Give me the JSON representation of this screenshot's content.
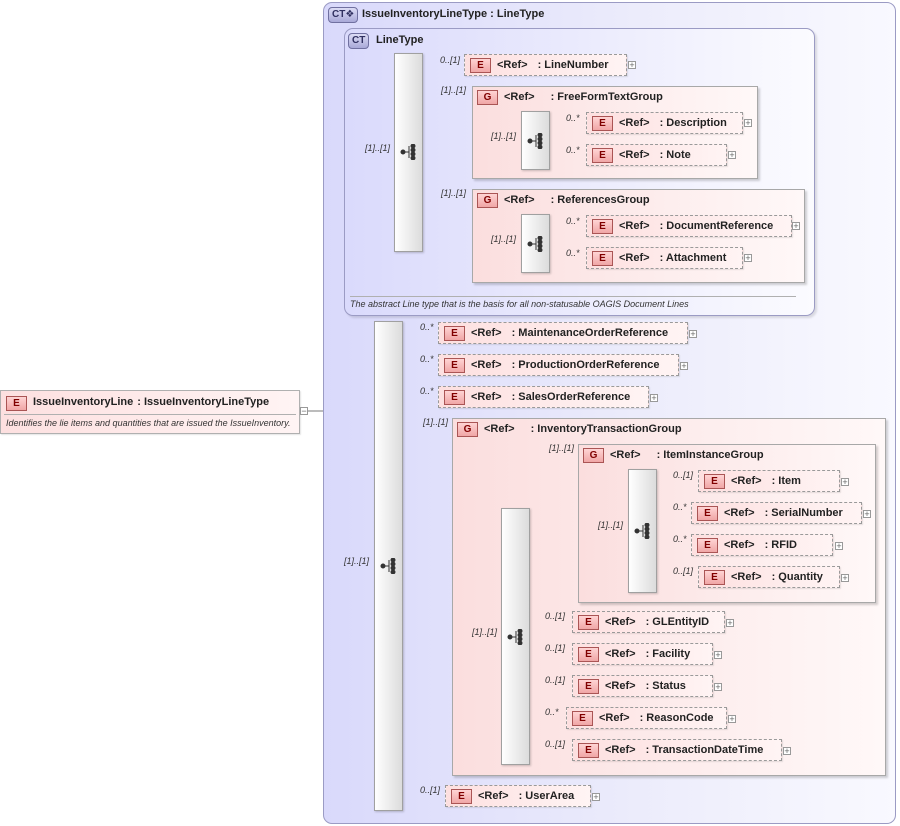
{
  "root": {
    "tag": "E",
    "name": "IssueInventoryLine",
    "type": ": IssueInventoryLineType",
    "doc": "Identifies the lie items and quantities that are issued the IssueInventory."
  },
  "outer_type": {
    "tag": "CT",
    "title": "IssueInventoryLineType : LineType"
  },
  "line_type": {
    "tag": "CT",
    "title": "LineType",
    "doc": "The abstract Line type that is the basis for all non-statusable OAGIS Document Lines",
    "seq_card": "[1]..[1]"
  },
  "ref_label": "<Ref>",
  "tags": {
    "element": "E",
    "group": "G"
  },
  "line_number": {
    "card": "0..[1]",
    "name": ": LineNumber"
  },
  "free_form_group": {
    "card": "[1]..[1]",
    "name": ": FreeFormTextGroup",
    "seq_card": "[1]..[1]",
    "items": [
      {
        "card": "0..*",
        "name": ": Description"
      },
      {
        "card": "0..*",
        "name": ": Note"
      }
    ]
  },
  "references_group": {
    "card": "[1]..[1]",
    "name": ": ReferencesGroup",
    "seq_card": "[1]..[1]",
    "items": [
      {
        "card": "0..*",
        "name": ": DocumentReference"
      },
      {
        "card": "0..*",
        "name": ": Attachment"
      }
    ]
  },
  "ext_seq_card": "[1]..[1]",
  "ext_elements": [
    {
      "card": "0..*",
      "name": ": MaintenanceOrderReference"
    },
    {
      "card": "0..*",
      "name": ": ProductionOrderReference"
    },
    {
      "card": "0..*",
      "name": ": SalesOrderReference"
    }
  ],
  "inventory_group": {
    "card": "[1]..[1]",
    "name": ": InventoryTransactionGroup",
    "seq_card": "[1]..[1]",
    "item_instance_group": {
      "card": "[1]..[1]",
      "name": ": ItemInstanceGroup",
      "seq_card": "[1]..[1]",
      "items": [
        {
          "card": "0..[1]",
          "name": ": Item"
        },
        {
          "card": "0..*",
          "name": ": SerialNumber"
        },
        {
          "card": "0..*",
          "name": ": RFID"
        },
        {
          "card": "0..[1]",
          "name": ": Quantity"
        }
      ]
    },
    "items": [
      {
        "card": "0..[1]",
        "name": ": GLEntityID"
      },
      {
        "card": "0..[1]",
        "name": ": Facility"
      },
      {
        "card": "0..[1]",
        "name": ": Status"
      },
      {
        "card": "0..*",
        "name": ": ReasonCode"
      },
      {
        "card": "0..[1]",
        "name": ": TransactionDateTime"
      }
    ]
  },
  "user_area": {
    "card": "0..[1]",
    "name": ": UserArea"
  },
  "colors": {
    "line": "#7a7a7a",
    "ct_border": "#9b9bc4",
    "element_fill": "#fde0e0"
  }
}
